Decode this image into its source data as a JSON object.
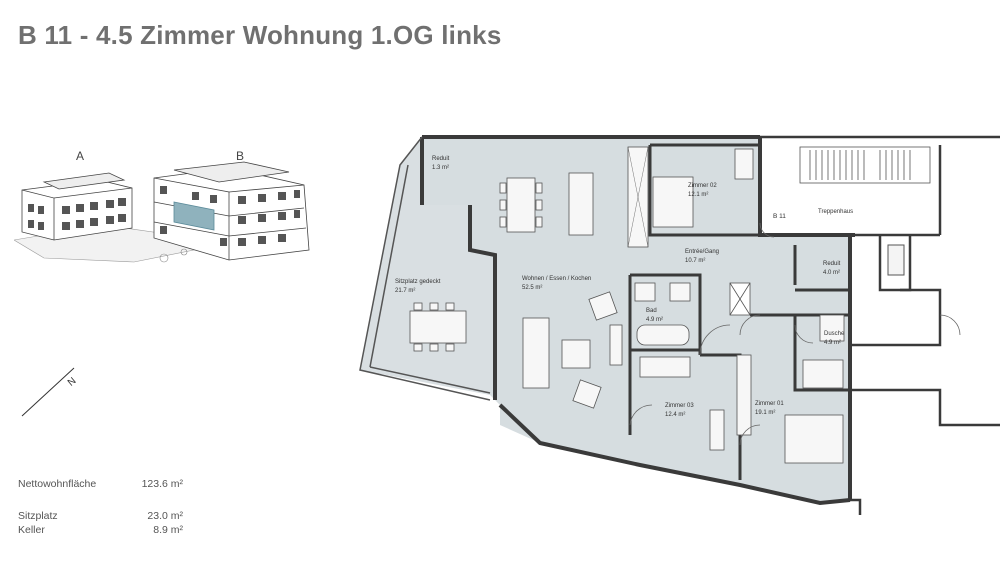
{
  "title": "B 11 - 4.5 Zimmer Wohnung 1.OG links",
  "building_labels": {
    "a": "A",
    "b": "B"
  },
  "unit_label": "B 11",
  "stairs_label": "Treppenhaus",
  "rooms": [
    {
      "name": "Reduit",
      "area": "1.3 m²"
    },
    {
      "name": "Sitzplatz gedeckt",
      "area": "21.7 m²"
    },
    {
      "name": "Wohnen / Essen / Kochen",
      "area": "52.5 m²"
    },
    {
      "name": "Zimmer 02",
      "area": "12.1 m²"
    },
    {
      "name": "Entrée/Gang",
      "area": "10.7 m²"
    },
    {
      "name": "Reduit",
      "area": "4.0 m²"
    },
    {
      "name": "Bad",
      "area": "4.9 m²"
    },
    {
      "name": "Dusche",
      "area": "4.9 m²"
    },
    {
      "name": "Zimmer 03",
      "area": "12.4 m²"
    },
    {
      "name": "Zimmer 01",
      "area": "19.1 m²"
    }
  ],
  "stats": [
    {
      "label": "Nettowohnfläche",
      "value": "123.6 m²"
    },
    {
      "label": "Sitzplatz",
      "value": "23.0 m²"
    },
    {
      "label": "Keller",
      "value": "8.9 m²"
    }
  ],
  "north_label": "N",
  "colors": {
    "title": "#707070",
    "room_fill": "#d6dde0",
    "wall": "#3a3a3a",
    "highlight": "#8fb2bd"
  }
}
